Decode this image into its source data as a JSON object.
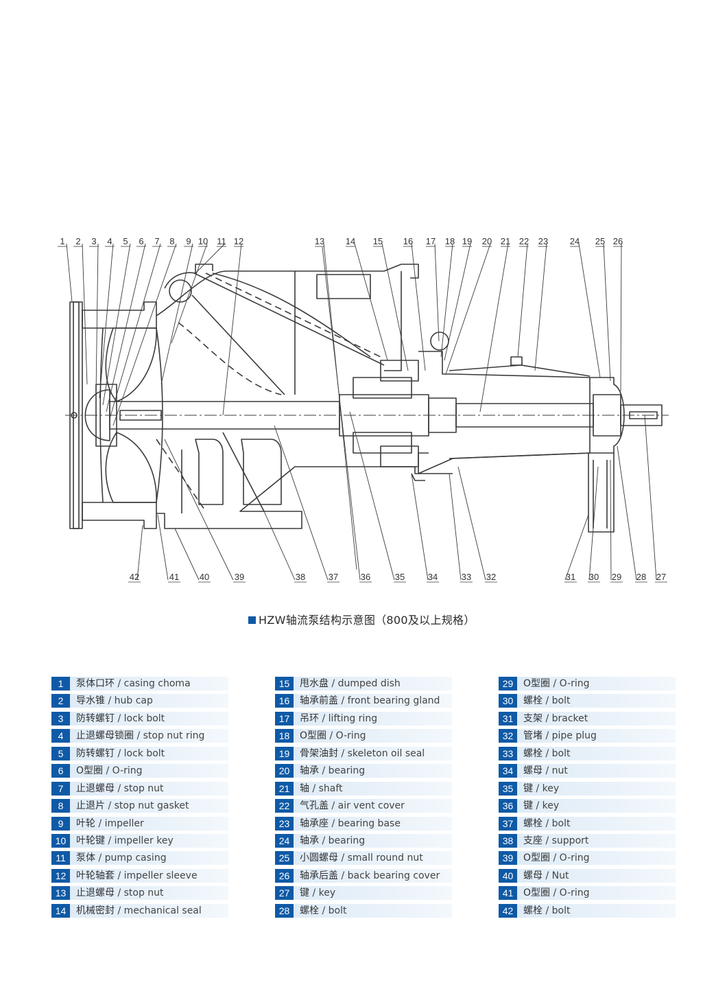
{
  "caption": "HZW轴流泵结构示意图（800及以上规格）",
  "accent_color": "#0f5aa6",
  "callouts_top": [
    "1",
    "2",
    "3",
    "4",
    "5",
    "6",
    "7",
    "8",
    "9",
    "10",
    "11",
    "12",
    "13",
    "14",
    "15",
    "16",
    "17",
    "18",
    "19",
    "20",
    "21",
    "22",
    "23",
    "24",
    "25",
    "26"
  ],
  "callouts_bottom": [
    "42",
    "41",
    "40",
    "39",
    "38",
    "37",
    "36",
    "35",
    "34",
    "33",
    "32",
    "31",
    "30",
    "29",
    "28",
    "27"
  ],
  "parts": [
    {
      "num": "1",
      "zh": "泵体口环",
      "en": "casing choma"
    },
    {
      "num": "2",
      "zh": "导水锥",
      "en": "hub cap"
    },
    {
      "num": "3",
      "zh": "防转螺钉",
      "en": "lock bolt"
    },
    {
      "num": "4",
      "zh": "止退螺母锁圈",
      "en": "stop nut ring"
    },
    {
      "num": "5",
      "zh": "防转螺钉",
      "en": "lock bolt"
    },
    {
      "num": "6",
      "zh": "O型圈",
      "en": "O-ring"
    },
    {
      "num": "7",
      "zh": "止退螺母",
      "en": "stop nut"
    },
    {
      "num": "8",
      "zh": "止退片",
      "en": "stop nut gasket"
    },
    {
      "num": "9",
      "zh": "叶轮",
      "en": "impeller"
    },
    {
      "num": "10",
      "zh": "叶轮键",
      "en": "impeller key"
    },
    {
      "num": "11",
      "zh": "泵体",
      "en": "pump casing"
    },
    {
      "num": "12",
      "zh": "叶轮轴套",
      "en": "impeller sleeve"
    },
    {
      "num": "13",
      "zh": "止退螺母",
      "en": "stop nut"
    },
    {
      "num": "14",
      "zh": "机械密封",
      "en": "mechanical seal"
    },
    {
      "num": "15",
      "zh": "甩水盘",
      "en": "dumped dish"
    },
    {
      "num": "16",
      "zh": "轴承前盖",
      "en": "front bearing gland"
    },
    {
      "num": "17",
      "zh": "吊环",
      "en": "lifting ring"
    },
    {
      "num": "18",
      "zh": "O型圈",
      "en": "O-ring"
    },
    {
      "num": "19",
      "zh": "骨架油封",
      "en": "skeleton oil seal"
    },
    {
      "num": "20",
      "zh": "轴承",
      "en": "bearing"
    },
    {
      "num": "21",
      "zh": "轴",
      "en": "shaft"
    },
    {
      "num": "22",
      "zh": "气孔盖",
      "en": "air vent cover"
    },
    {
      "num": "23",
      "zh": "轴承座",
      "en": "bearing base"
    },
    {
      "num": "24",
      "zh": "轴承",
      "en": "bearing"
    },
    {
      "num": "25",
      "zh": "小圆螺母",
      "en": "small round nut"
    },
    {
      "num": "26",
      "zh": "轴承后盖",
      "en": "back bearing cover"
    },
    {
      "num": "27",
      "zh": "键",
      "en": "key"
    },
    {
      "num": "28",
      "zh": "螺栓",
      "en": "bolt"
    },
    {
      "num": "29",
      "zh": "O型圈",
      "en": "O-ring"
    },
    {
      "num": "30",
      "zh": "螺栓",
      "en": "bolt"
    },
    {
      "num": "31",
      "zh": "支架",
      "en": "bracket"
    },
    {
      "num": "32",
      "zh": "管堵",
      "en": "pipe plug"
    },
    {
      "num": "33",
      "zh": "螺栓",
      "en": "bolt"
    },
    {
      "num": "34",
      "zh": "螺母",
      "en": "nut"
    },
    {
      "num": "35",
      "zh": "键",
      "en": "key"
    },
    {
      "num": "36",
      "zh": "键",
      "en": "key"
    },
    {
      "num": "37",
      "zh": "螺栓",
      "en": "bolt"
    },
    {
      "num": "38",
      "zh": "支座",
      "en": "support"
    },
    {
      "num": "39",
      "zh": "O型圈",
      "en": "O-ring"
    },
    {
      "num": "40",
      "zh": "螺母",
      "en": "Nut"
    },
    {
      "num": "41",
      "zh": "O型圈",
      "en": "O-ring"
    },
    {
      "num": "42",
      "zh": "螺栓",
      "en": "bolt"
    }
  ]
}
